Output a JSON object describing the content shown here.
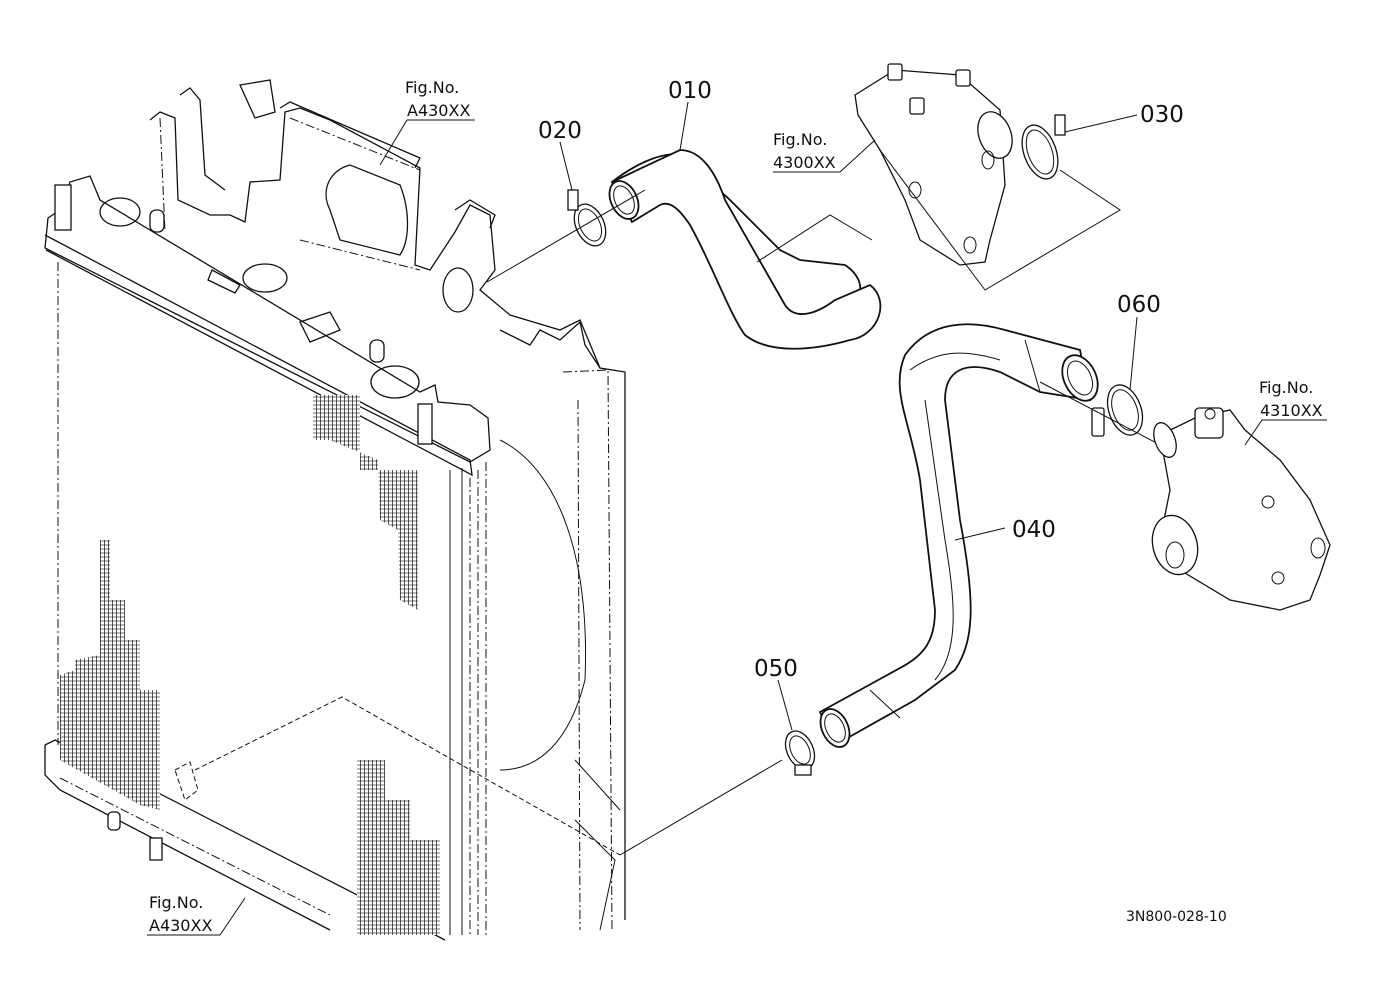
{
  "diagram": {
    "title": "Radiator hose parts diagram",
    "drawing_code": "3N800-028-10",
    "callouts": [
      {
        "id": "010",
        "part": "upper-radiator-hose"
      },
      {
        "id": "020",
        "part": "hose-clamp-upper-radiator-side"
      },
      {
        "id": "030",
        "part": "hose-clamp-upper-engine-side"
      },
      {
        "id": "040",
        "part": "lower-radiator-hose"
      },
      {
        "id": "050",
        "part": "hose-clamp-lower-radiator-side"
      },
      {
        "id": "060",
        "part": "hose-clamp-lower-pump-side"
      }
    ],
    "figure_refs": [
      {
        "prefix": "Fig.No.",
        "number": "A430XX",
        "target": "radiator-shroud-top"
      },
      {
        "prefix": "Fig.No.",
        "number": "4300XX",
        "target": "thermostat-housing"
      },
      {
        "prefix": "Fig.No.",
        "number": "4310XX",
        "target": "water-pump"
      },
      {
        "prefix": "Fig.No.",
        "number": "A430XX",
        "target": "radiator-bottom"
      }
    ]
  }
}
